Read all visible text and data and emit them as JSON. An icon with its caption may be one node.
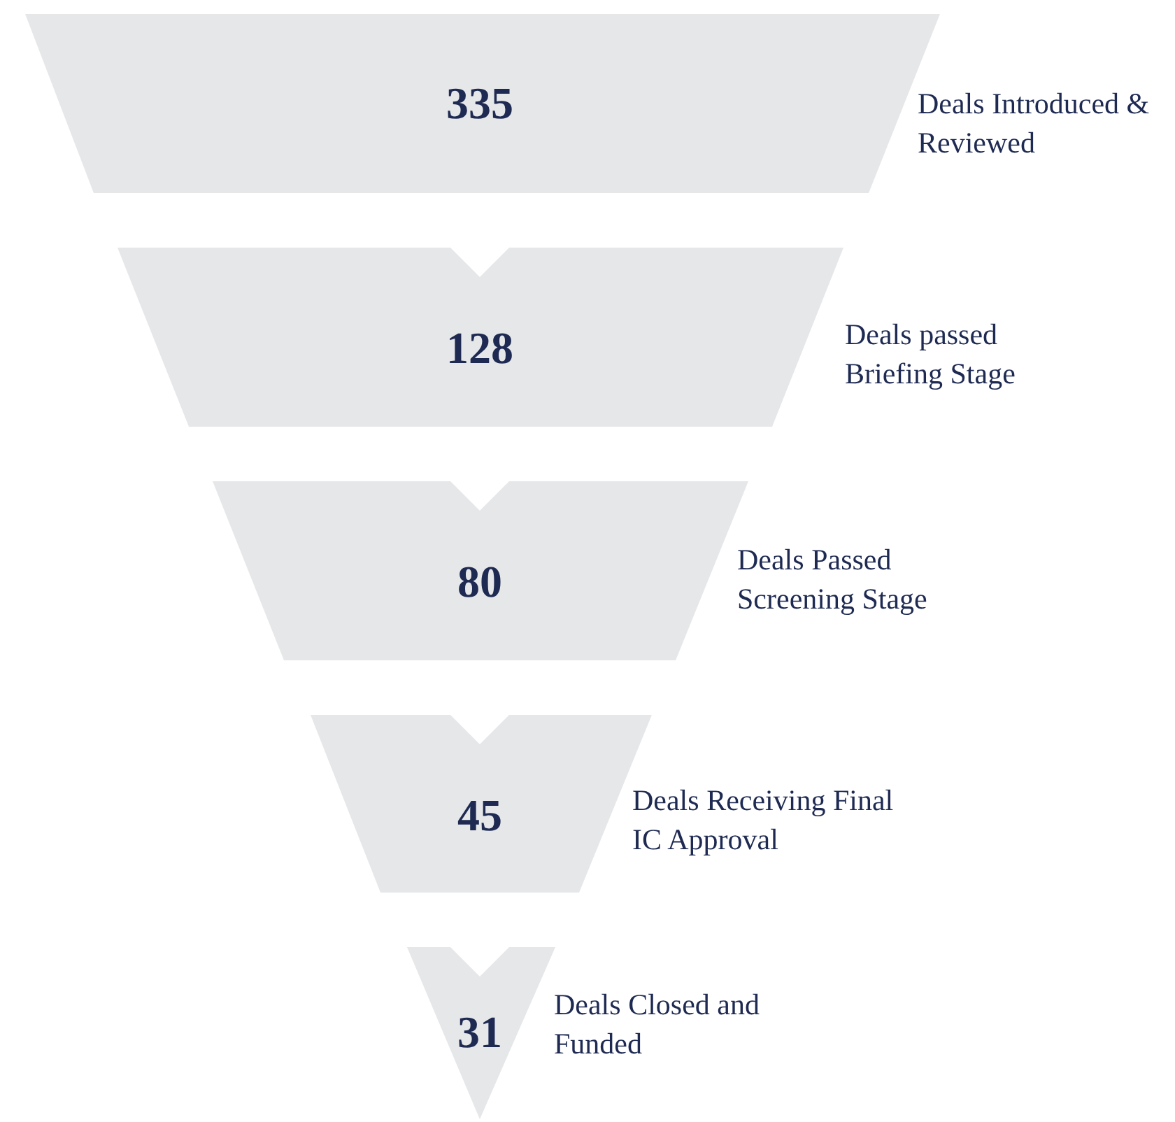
{
  "diagram": {
    "nodes": [
      {
        "text": [
          "335"
        ],
        "beside": [
          "Deals Introduced & Reviewed"
        ]
      },
      {
        "text": [
          "128"
        ],
        "beside": [
          "Deals passed Briefing Stage"
        ]
      },
      {
        "text": [
          "80"
        ],
        "beside": [
          "Deals Passed Screening Stage"
        ]
      },
      {
        "text": [
          "45"
        ],
        "beside": [
          "Deals Receiving Final IC Approval"
        ]
      },
      {
        "text": [
          "31"
        ],
        "beside": [
          "Deals Closed and Funded"
        ]
      }
    ]
  }
}
